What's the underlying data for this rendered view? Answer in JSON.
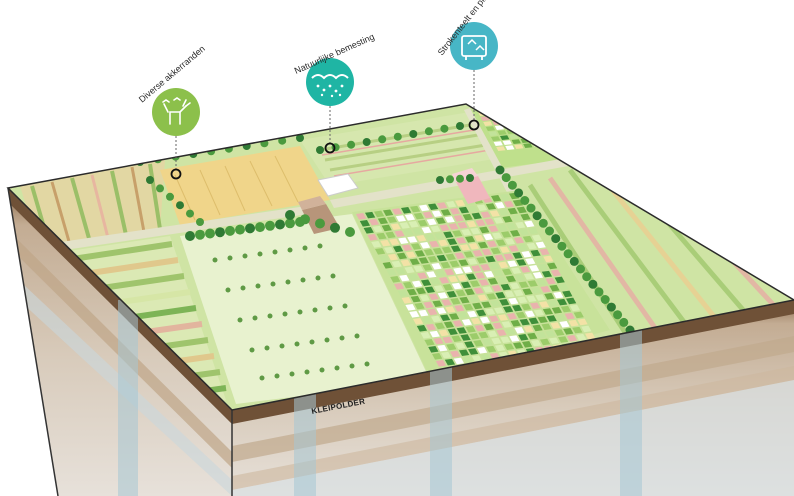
{
  "callouts": [
    {
      "label": "Diverse akkerranden",
      "icon": "deer-and-birds-icon",
      "color": "#8cc04b"
    },
    {
      "label": "Natuurlijke bemesting",
      "icon": "manure-soil-icon",
      "color": "#1fb5a4"
    },
    {
      "label": "Strokenteelt en pixellandbouw",
      "icon": "crop-strips-icon",
      "color": "#47b6c6"
    }
  ],
  "soil_layer": {
    "label": "KLEIPOLDER"
  },
  "colors": {
    "field_green": "#cfe4a4",
    "soil_brown": "#b89a7a",
    "water_blue": "#a6c6d4",
    "tree_green": "#3e8a3a"
  }
}
